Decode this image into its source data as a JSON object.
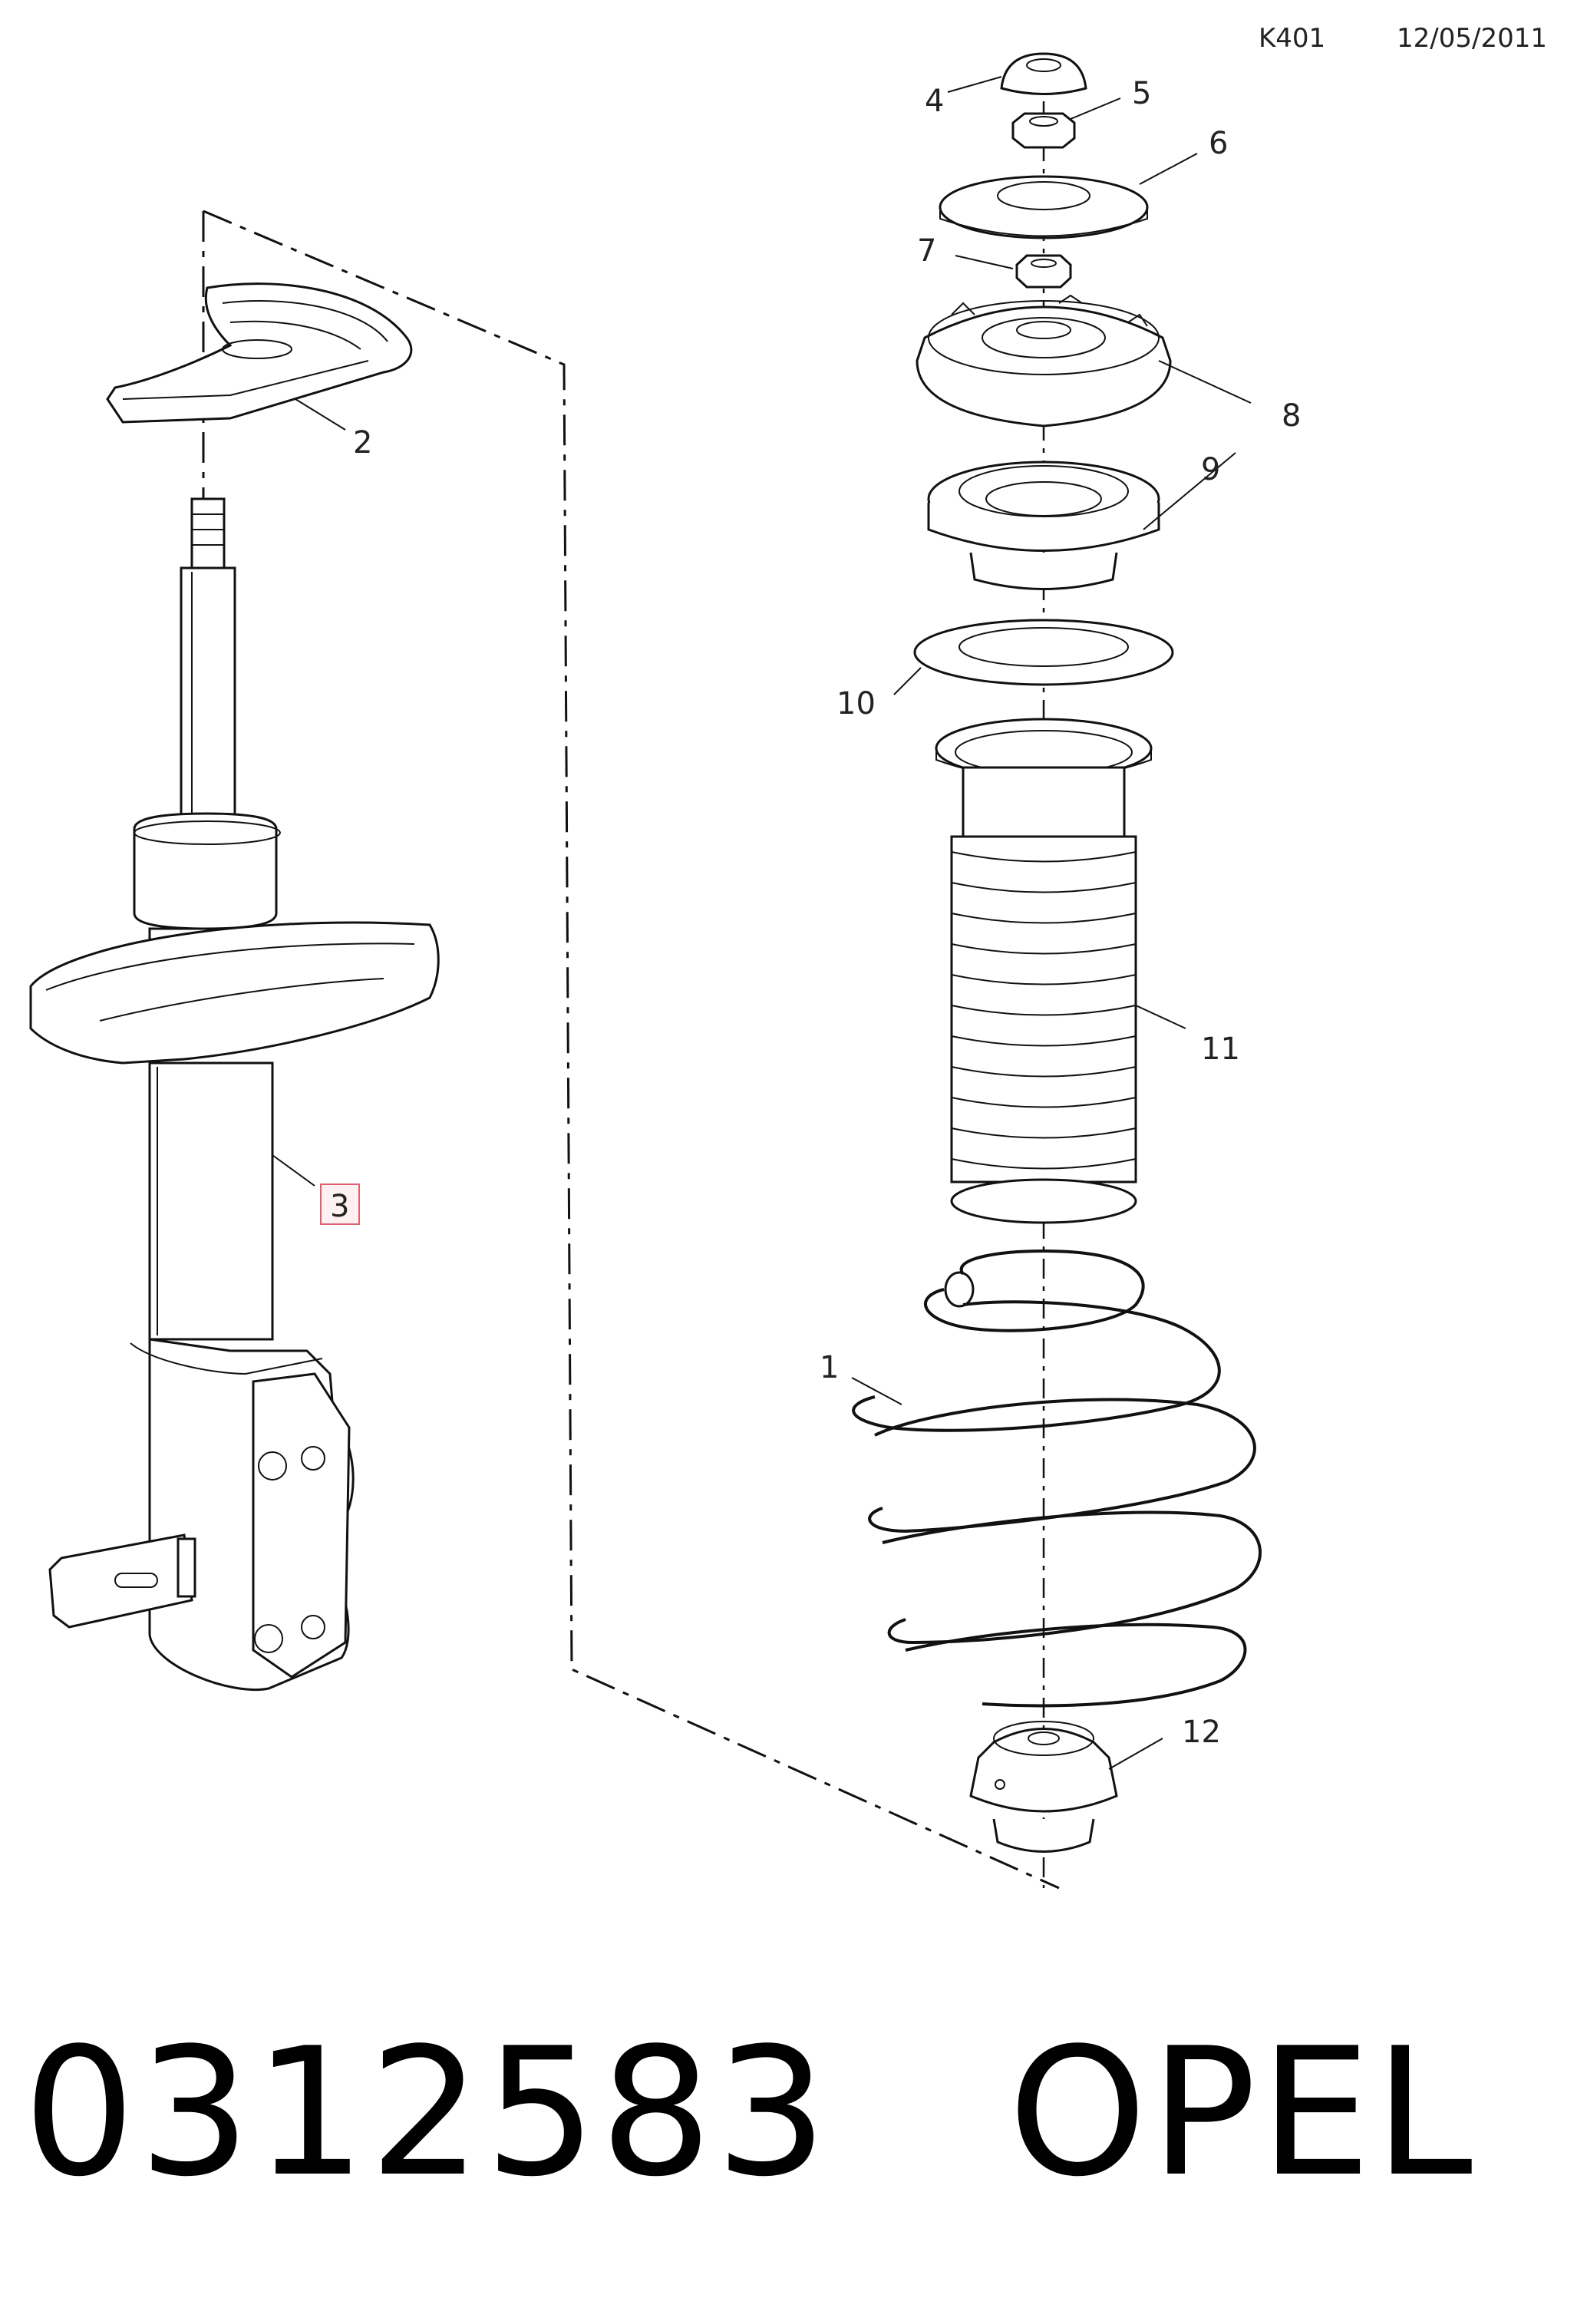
{
  "header": {
    "code": "K401",
    "date": "12/05/2011"
  },
  "callouts": [
    "4",
    "5",
    "6",
    "7",
    "8",
    "9",
    "10",
    "11",
    "1",
    "12",
    "2",
    "3"
  ],
  "highlighted_callout": "3",
  "footer": {
    "part_number": "0312583",
    "brand": "OPEL"
  },
  "colors": {
    "line": "#111111",
    "highlight": "#e06070",
    "background": "#ffffff"
  }
}
